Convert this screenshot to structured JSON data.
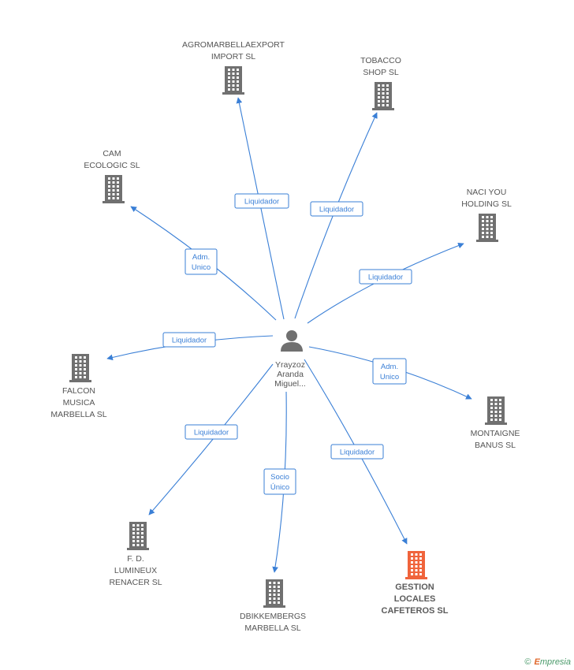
{
  "center": {
    "name": "Yrayzoz\nAranda\nMiguel..."
  },
  "companies": [
    {
      "id": "agromarbella",
      "name": "AGROMARBELLAEXPORT\nIMPORT SL",
      "role": "Liquidador",
      "highlight": false
    },
    {
      "id": "tobacco",
      "name": "TOBACCO\nSHOP SL",
      "role": "Liquidador",
      "highlight": false
    },
    {
      "id": "cam",
      "name": "CAM\nECOLOGIC SL",
      "role": "Adm.\nUnico",
      "highlight": false
    },
    {
      "id": "naci",
      "name": "NACI YOU\nHOLDING SL",
      "role": "Liquidador",
      "highlight": false
    },
    {
      "id": "falcon",
      "name": "FALCON\nMUSICA\nMARBELLA SL",
      "role": "Liquidador",
      "highlight": false
    },
    {
      "id": "montaigne",
      "name": "MONTAIGNE\nBANUS  SL",
      "role": "Adm.\nUnico",
      "highlight": false
    },
    {
      "id": "lumineux",
      "name": "F.  D.\nLUMINEUX\nRENACER SL",
      "role": "Liquidador",
      "highlight": false
    },
    {
      "id": "dbikkembergs",
      "name": "DBIKKEMBERGS\nMARBELLA SL",
      "role": "Socio\nÚnico",
      "highlight": false
    },
    {
      "id": "gestion",
      "name": "GESTION\nLOCALES\nCAFETEROS SL",
      "role": "Liquidador",
      "highlight": true
    }
  ],
  "colors": {
    "edge": "#3a7fd6",
    "company": "#707070",
    "highlight": "#f0643c",
    "person": "#707070"
  },
  "footer": {
    "copyright": "©",
    "brand_first": "E",
    "brand_rest": "mpresia"
  }
}
